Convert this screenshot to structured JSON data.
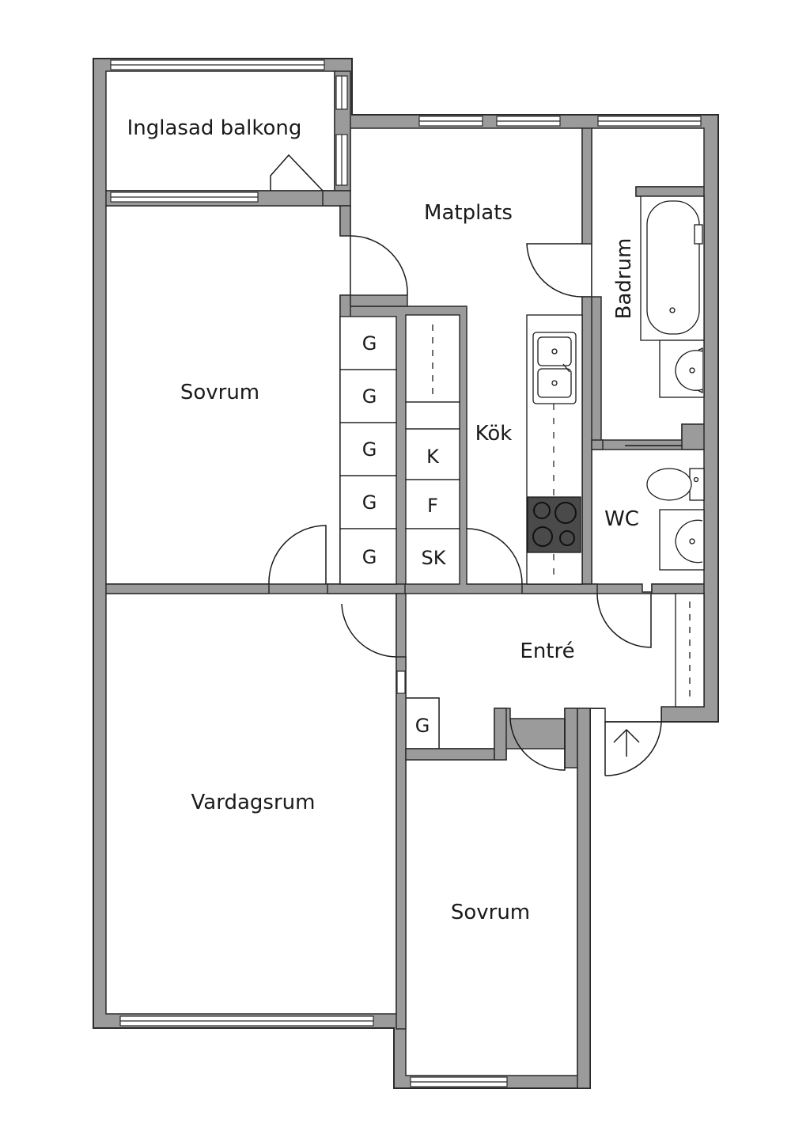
{
  "colors": {
    "wall_fill": "#9b9b9b",
    "wall_stroke": "#2b2b2b",
    "floor": "#ffffff",
    "line": "#1a1a1a",
    "stove": "#4a4a4a"
  },
  "rooms": {
    "balcony": "Inglasad balkong",
    "dining": "Matplats",
    "bathroom": "Badrum",
    "bedroom_1": "Sovrum",
    "kitchen": "Kök",
    "wc": "WC",
    "entrance": "Entré",
    "living_room": "Vardagsrum",
    "bedroom_2": "Sovrum"
  },
  "fixtures": {
    "wardrobe_label": "G",
    "fridge_label": "K",
    "freezer_label": "F",
    "cabinet_label": "SK"
  },
  "icons": {
    "entrance_arrow": "arrow-up-icon",
    "stove": "stove-icon",
    "sink": "kitchen-sink-icon",
    "bathtub": "bathtub-icon",
    "toilet": "toilet-icon",
    "washbasin": "washbasin-icon"
  }
}
